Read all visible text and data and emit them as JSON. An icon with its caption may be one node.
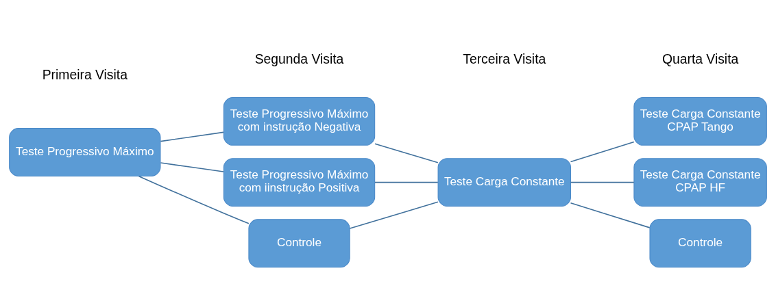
{
  "diagram": {
    "nodes": [
      {
        "text": [
          "Teste Progressivo Máximo"
        ]
      },
      {
        "text": [
          "Controle"
        ]
      },
      {
        "text": [
          "Teste Progressivo Máximo com instrução Negativa"
        ]
      },
      {
        "text": [
          "Teste Progressivo Máximo com iinstrução Positiva"
        ]
      },
      {
        "text": [
          "Teste Carga Constante"
        ]
      },
      {
        "text": [
          "Controle"
        ]
      },
      {
        "text": [
          "Teste Carga Constante CPAP Tango"
        ]
      },
      {
        "text": [
          "Teste Carga Constante CPAP HF"
        ]
      }
    ],
    "edges": [
      {
        "from": 0,
        "to": 1,
        "arrow": "none"
      },
      {
        "from": 0,
        "to": 2,
        "arrow": "none"
      },
      {
        "from": 0,
        "to": 3,
        "arrow": "none"
      },
      {
        "from": 1,
        "to": 4,
        "arrow": "none"
      },
      {
        "from": 2,
        "to": 4,
        "arrow": "none"
      },
      {
        "from": 3,
        "to": 4,
        "arrow": "none"
      },
      {
        "from": 4,
        "to": 5,
        "arrow": "none"
      },
      {
        "from": 4,
        "to": 6,
        "arrow": "none"
      },
      {
        "from": 4,
        "to": 7,
        "arrow": "none"
      }
    ],
    "labels": [
      "Primeira Visita",
      "Segunda Visita",
      "Terceira Visita",
      "Quarta Visita"
    ]
  }
}
